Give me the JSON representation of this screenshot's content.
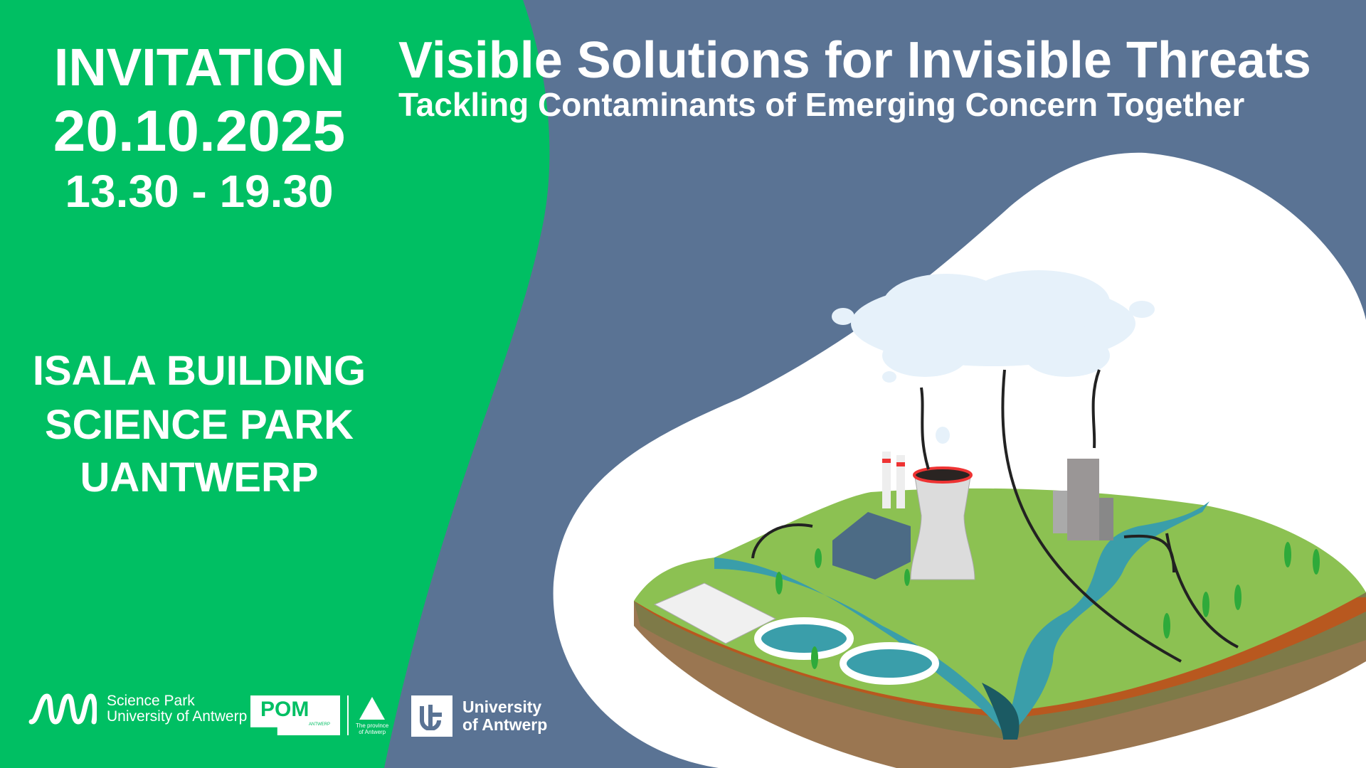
{
  "invitation": {
    "label": "INVITATION",
    "date": "20.10.2025",
    "time": "13.30 - 19.30"
  },
  "location": {
    "line1": "ISALA BUILDING",
    "line2": "SCIENCE PARK",
    "line3": "UANTWERP"
  },
  "heading": {
    "title": "Visible Solutions for Invisible Threats",
    "subtitle": "Tackling Contaminants of Emerging Concern Together"
  },
  "logos": {
    "science_park": {
      "line1": "Science Park",
      "line2": "University of Antwerp"
    },
    "pom": {
      "name": "POM",
      "tag": "ANTWERP"
    },
    "province": {
      "line1": "The province",
      "line2": "of Antwerp"
    },
    "uantwerp": {
      "line1": "University",
      "line2": "of Antwerp"
    }
  },
  "colors": {
    "green": "#00bf63",
    "blue": "#5a7394",
    "white": "#ffffff"
  }
}
